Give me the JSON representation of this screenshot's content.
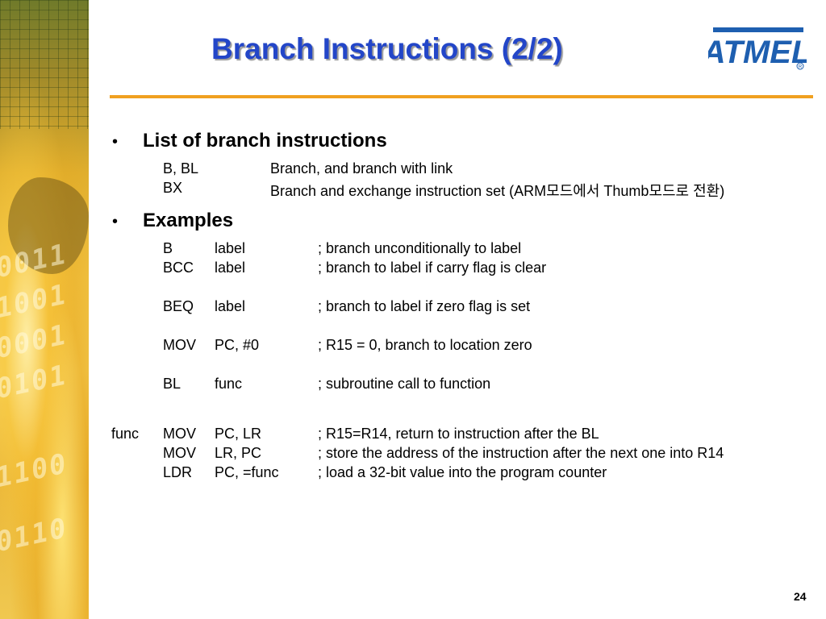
{
  "slide": {
    "title": "Branch Instructions (2/2)",
    "page_number": "24",
    "logo_text": "ATMEL",
    "accent_color": "#2346c8",
    "rule_color": "#f0a020"
  },
  "sections": {
    "list": {
      "bullet": "•",
      "heading": "List of branch instructions",
      "rows": [
        {
          "mnemonic": "B, BL",
          "desc": "Branch, and branch with link"
        },
        {
          "mnemonic": "BX",
          "desc": "Branch and exchange instruction set (ARM모드에서 Thumb모드로 전환)"
        }
      ]
    },
    "examples": {
      "bullet": "•",
      "heading": "Examples",
      "rows": [
        {
          "label": "",
          "op": "B",
          "arg": "label",
          "comment": "; branch unconditionally to label"
        },
        {
          "label": "",
          "op": "BCC",
          "arg": "label",
          "comment": "; branch to label if carry flag is clear"
        },
        {
          "label": "",
          "op": "BEQ",
          "arg": "label",
          "comment": "; branch to label if zero flag is set"
        },
        {
          "label": "",
          "op": "MOV",
          "arg": "PC, #0",
          "comment": "; R15 = 0, branch to location zero"
        },
        {
          "label": "",
          "op": "BL",
          "arg": "func",
          "comment": "; subroutine call to function"
        },
        {
          "label": "func",
          "op": "MOV",
          "arg": "PC, LR",
          "comment": "; R15=R14, return to instruction after the BL"
        },
        {
          "label": "",
          "op": "MOV",
          "arg": "LR, PC",
          "comment": "; store the address of the instruction after the next one into R14"
        },
        {
          "label": "",
          "op": "LDR",
          "arg": "PC, =func",
          "comment": "; load a 32-bit value into the program counter"
        }
      ]
    }
  }
}
